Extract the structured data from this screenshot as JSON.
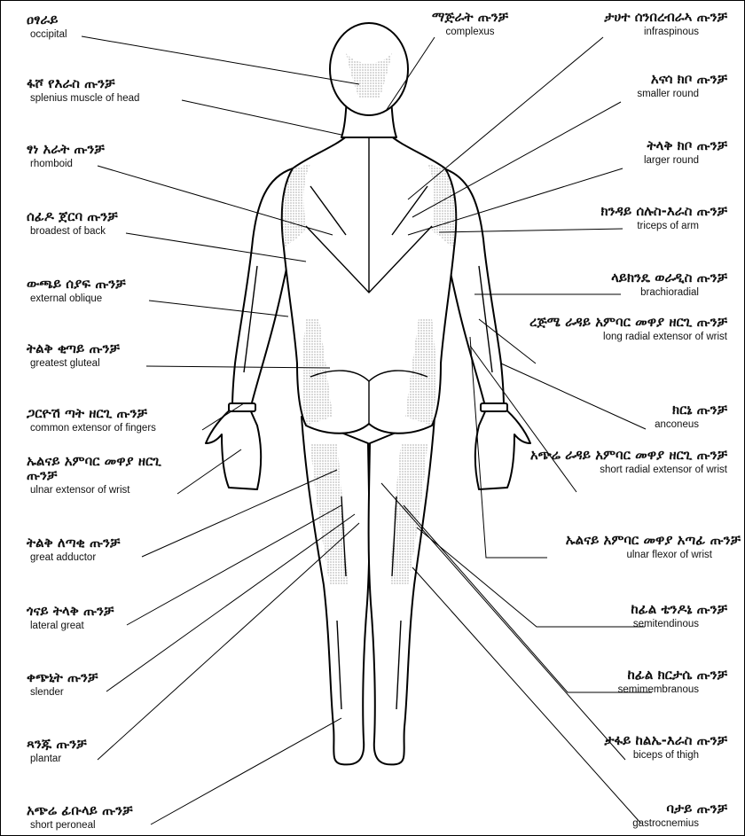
{
  "labels": [
    {
      "am": "ዐፃራይ",
      "en": "occipital"
    },
    {
      "am": "ፋሾ የእራስ ጡንቻ",
      "en": "splenius muscle of head"
    },
    {
      "am": "ፃነ አራት ጡንቻ",
      "en": "rhomboid"
    },
    {
      "am": "ሰፊዶ ጀርባ ጡንቻ",
      "en": "broadest of back"
    },
    {
      "am": "ውጫይ ሰያፍ ጡንቻ",
      "en": "external oblique"
    },
    {
      "am": "ትልቅ ቂጣይ ጡንቻ",
      "en": "greatest gluteal"
    },
    {
      "am": "ጋርዮሽ ጣት ዘርጊ ጡንቻ",
      "en": "common extensor of fingers"
    },
    {
      "am": "ኡልናይ አምባር መዋያ ዘርጊ ጡንቻ",
      "en": "ulnar extensor of wrist"
    },
    {
      "am": "ትልቅ ለጣቂ ጡንቻ",
      "en": "great adductor"
    },
    {
      "am": "ጎናይ ትላቅ ጡንቻ",
      "en": "lateral great"
    },
    {
      "am": "ቀጭኒት ጡንቻ",
      "en": "slender"
    },
    {
      "am": "ጻንጁ ጡንቻ",
      "en": "plantar"
    },
    {
      "am": "አጭሬ ፊቡላይ ጡንቻ",
      "en": "short peroneal"
    },
    {
      "am": "ማጅራት ጡንቻ",
      "en": "complexus"
    },
    {
      "am": "ታሀተ ሰንበረብራኣ ጡንቻ",
      "en": "infraspinous"
    },
    {
      "am": "አናሳ ክቦ ጡንቻ",
      "en": "smaller round"
    },
    {
      "am": "ትላቅ ክቦ ጡንቻ",
      "en": "larger round"
    },
    {
      "am": "ክንዳይ ሰሉስ-እራስ ጡንቻ",
      "en": "triceps of arm"
    },
    {
      "am": "ላይክንዴ ወራዲስ ጡንቻ",
      "en": "brachioradial"
    },
    {
      "am": "ረጅሜ ራዳይ አምባር መዋያ ዘርጊ ጡንቻ",
      "en": "long radial extensor of wrist"
    },
    {
      "am": "ክርኔ ጡንቻ",
      "en": "anconeus"
    },
    {
      "am": "አጭሬ ራዳይ አምባር መዋያ ዘርጊ ጡንቻ",
      "en": "short radial extensor of wrist"
    },
    {
      "am": "ኡልናይ አምባር መዋያ አጣፊ ጡንቻ",
      "en": "ulnar flexor of wrist"
    },
    {
      "am": "ከፊል ቴንዶኔ ጡንቻ",
      "en": "semitendinous"
    },
    {
      "am": "ከፊል ክርታሴ ጡንቻ",
      "en": "semimembranous"
    },
    {
      "am": "ታፋይ ከልኤ-እራስ ጡንቻ",
      "en": "biceps of thigh"
    },
    {
      "am": "ባታይ ጡንቻ",
      "en": "gastrocnemius"
    }
  ]
}
